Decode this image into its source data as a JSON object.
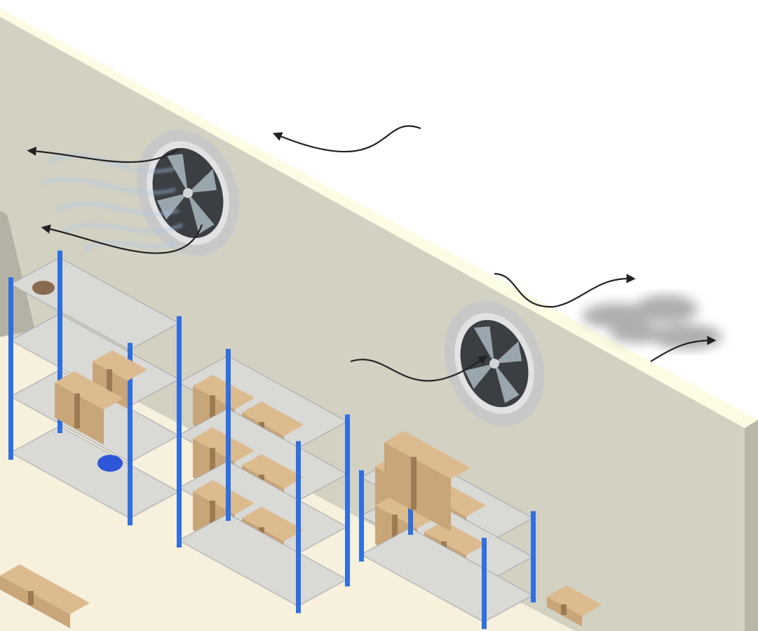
{
  "scene": {
    "description_elements": [
      "warehouse-wall",
      "exhaust-fan",
      "exhaust-fan",
      "airflow-arrow",
      "storage-shelf",
      "cardboard-box",
      "tape-roll",
      "smoke-cloud"
    ],
    "colors": {
      "wall": "#d3d1c2",
      "wall_top": "#fcfbe4",
      "wall_side": "#b9b7a8",
      "floor": "#f6f0dc",
      "shelf_upright": "#2f6fe0",
      "shelf_board": "#d9d9d6",
      "box": "#c9a57a",
      "box_tape": "#9c7a52",
      "fan_ring": "#c8c8c8",
      "fan_blade": "#9aa6ad",
      "fan_inner": "#3b3f44",
      "arrow": "#222222",
      "smoke": "#8c8c8c"
    }
  }
}
